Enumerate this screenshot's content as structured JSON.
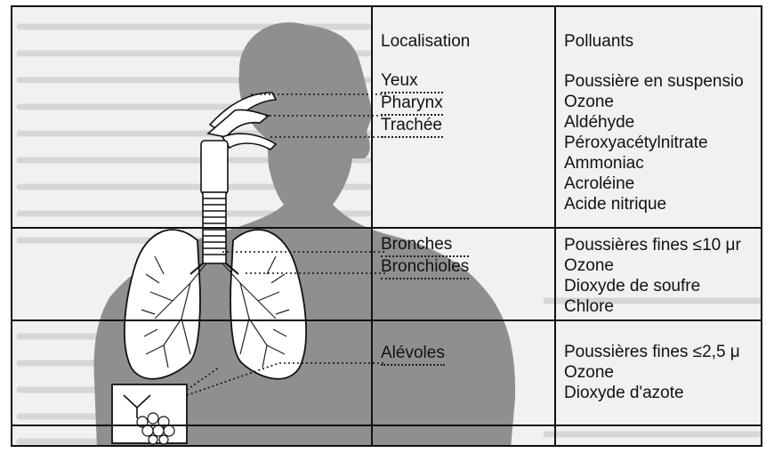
{
  "table": {
    "col_location_header": "Localisation",
    "col_pollutants_header": "Polluants"
  },
  "groups": [
    {
      "locations": [
        "Yeux",
        "Pharynx",
        "Trachée"
      ],
      "pollutants": [
        "Poussière en suspensio",
        "Ozone",
        "Aldéhyde",
        "Péroxyacétylnitrate",
        "Ammoniac",
        "Acroléine",
        "Acide nitrique"
      ]
    },
    {
      "locations": [
        "Bronches",
        "Bronchioles"
      ],
      "pollutants": [
        "Poussières fines ≤10 μr",
        "Ozone",
        "Dioxyde de soufre",
        "Chlore"
      ]
    },
    {
      "locations": [
        "Alévoles"
      ],
      "pollutants": [
        "Poussières fines ≤2,5 μ",
        "Ozone",
        "Dioxyde d'azote"
      ]
    }
  ],
  "colors": {
    "silhouette": "#8f8f8f",
    "background": "#f1f1f1",
    "lines": "#111111"
  }
}
